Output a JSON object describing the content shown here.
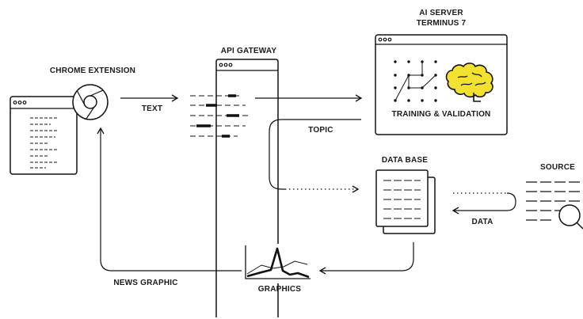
{
  "nodes": {
    "chrome_extension": {
      "label": "CHROME EXTENSION"
    },
    "api_gateway": {
      "label": "API GATEWAY"
    },
    "ai_server": {
      "title_line1": "AI SERVER",
      "title_line2": "TERMINUS 7",
      "caption": "TRAINING & VALIDATION"
    },
    "database": {
      "label": "DATA BASE"
    },
    "source": {
      "label": "SOURCE"
    },
    "graphics": {
      "label": "GRAPHICS"
    }
  },
  "edges": {
    "text": "TEXT",
    "topic": "TOPIC",
    "data": "DATA",
    "news_graphic": "NEWS GRAPHIC"
  },
  "colors": {
    "ink": "#111111",
    "brain_fill": "#f2e22f"
  },
  "icons": [
    "chrome-logo-icon",
    "brain-icon",
    "network-graph-icon",
    "magnifier-icon",
    "spike-chart-icon"
  ]
}
